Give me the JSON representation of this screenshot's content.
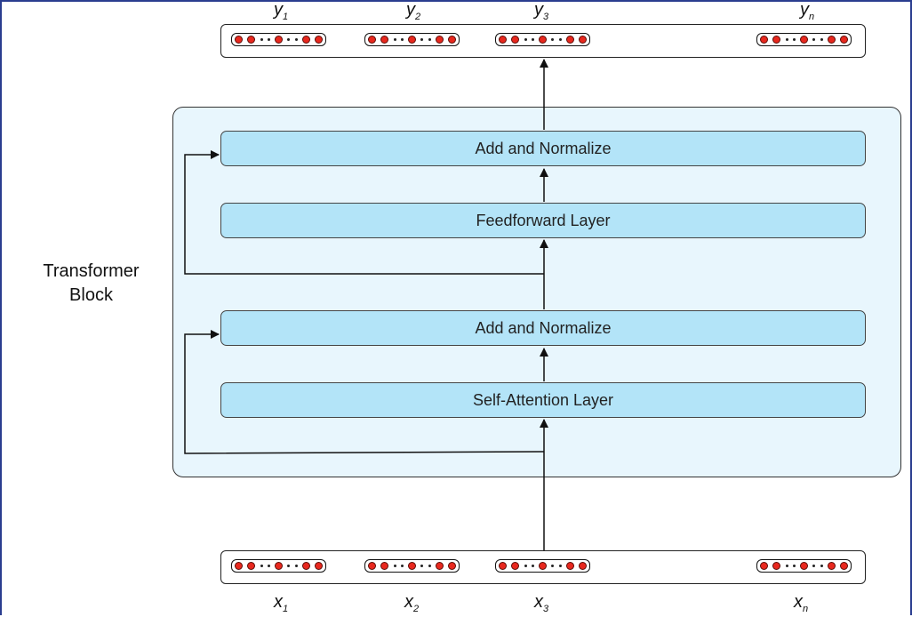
{
  "block_label": {
    "line1": "Transformer",
    "line2": "Block"
  },
  "layers": {
    "add_norm_top": "Add and Normalize",
    "feedforward": "Feedforward Layer",
    "add_norm_bottom": "Add and Normalize",
    "self_attention": "Self-Attention Layer"
  },
  "outputs": [
    {
      "base": "y",
      "sub": "1"
    },
    {
      "base": "y",
      "sub": "2"
    },
    {
      "base": "y",
      "sub": "3"
    },
    {
      "base": "y",
      "sub": "n"
    }
  ],
  "inputs": [
    {
      "base": "x",
      "sub": "1"
    },
    {
      "base": "x",
      "sub": "2"
    },
    {
      "base": "x",
      "sub": "3"
    },
    {
      "base": "x",
      "sub": "n"
    }
  ],
  "colors": {
    "block_fill": "#e8f6fd",
    "layer_fill": "#b3e4f8",
    "vector_dot": "#e8281e",
    "frame": "#2a3d8f"
  }
}
